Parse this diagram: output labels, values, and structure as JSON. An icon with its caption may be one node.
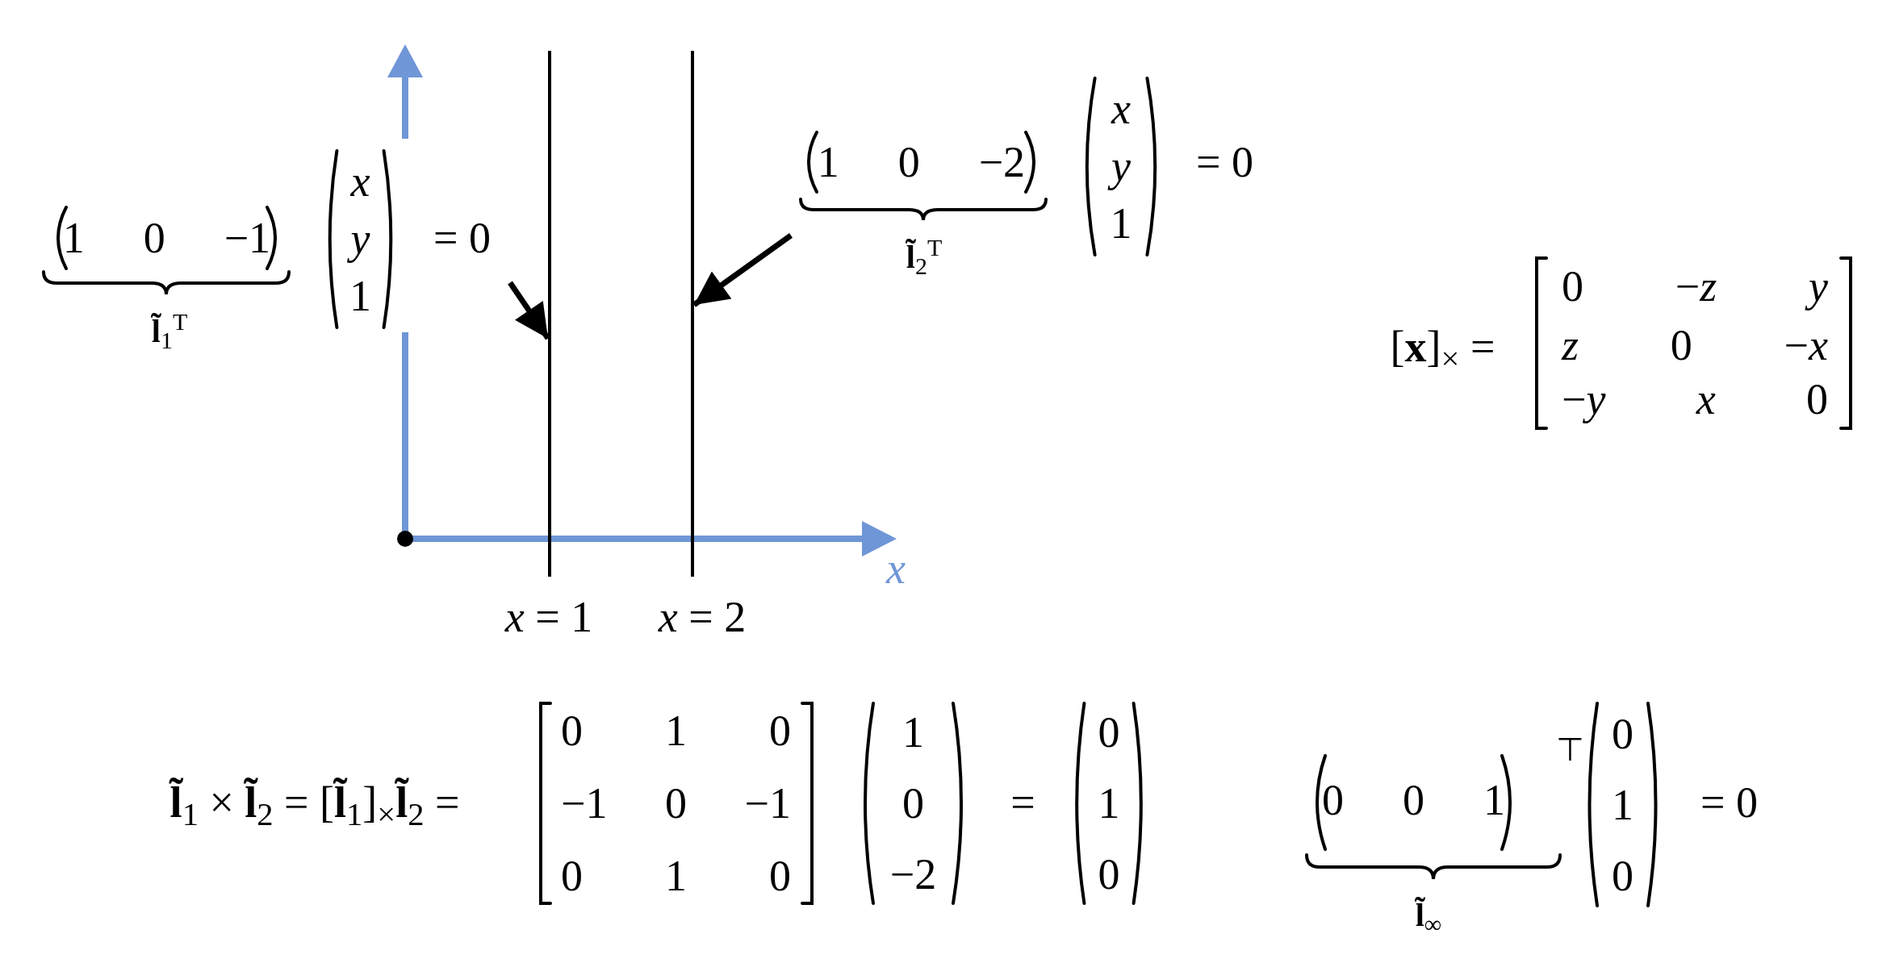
{
  "diagram": {
    "nodes": [
      {
        "text": [
          "1 0 −1",
          "**l̃**$_{1}$$^{T}$",
          "*x* *y* 1",
          "= 0"
        ]
      },
      {
        "text": [
          "1 0 −2",
          "**l̃**$_{2}$$^{T}$",
          "*x* *y* 1",
          "= 0"
        ]
      },
      {
        "text": [],
        "shape": "line",
        "beside": [
          "*x* = 1"
        ]
      },
      {
        "text": [],
        "shape": "line",
        "beside": [
          "*x* = 2"
        ]
      }
    ],
    "edges": [
      {
        "from": 0,
        "to": 2,
        "arrow": "to"
      },
      {
        "from": 1,
        "to": 3,
        "arrow": "to"
      }
    ],
    "labels": [
      "[**x**]$_{×}$ =",
      "0 −*z* *y*",
      "*z* 0 −*x*",
      "−*y* *x* 0",
      "x",
      "**l̃**$_{1}$ × **l̃**$_{2}$ = [**l̃**$_{1}$]$_{×}$**l̃**$_{2}$ =",
      "0 1 0",
      "−1 0 −1",
      "0 1 0",
      "1 0 −2",
      "=",
      "0 1 0",
      "0 0 1",
      "⊤",
      "**l̃**$_{∞}$",
      "0 1 0",
      "= 0"
    ]
  }
}
